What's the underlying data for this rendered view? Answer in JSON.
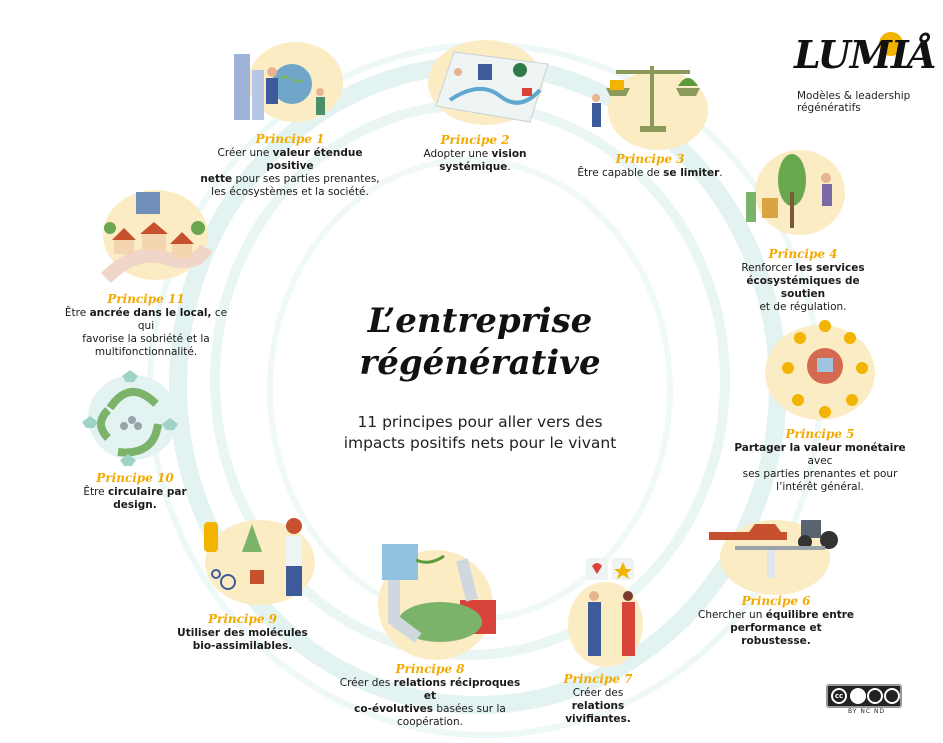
{
  "title": {
    "line1": "L’entreprise",
    "line2": "régénérative"
  },
  "subtitle": {
    "line1": "11 principes pour aller vers des",
    "line2": "impacts positifs nets pour le vivant"
  },
  "logo": {
    "word": "LUMIÅ",
    "sub1": "Modèles & leadership",
    "sub2": "régénératifs"
  },
  "license": {
    "badge": "cc",
    "labels": "BY NC ND"
  },
  "colors": {
    "accent": "#f2a900",
    "blob": "#fbecc4",
    "ring": "#d8efec",
    "text": "#1a1a1a"
  },
  "principles": [
    {
      "title": "Principe 1",
      "lines": [
        {
          "pre": "Créer une ",
          "bold": "valeur étendue positive",
          "post": ""
        },
        {
          "pre": "",
          "bold": "nette",
          "post": " pour ses parties prenantes,"
        },
        {
          "pre": "les écosystèmes et la société.",
          "bold": "",
          "post": ""
        }
      ]
    },
    {
      "title": "Principe 2",
      "lines": [
        {
          "pre": "Adopter une ",
          "bold": "vision",
          "post": ""
        },
        {
          "pre": "",
          "bold": "systémique",
          "post": "."
        }
      ]
    },
    {
      "title": "Principe 3",
      "lines": [
        {
          "pre": "Être capable de ",
          "bold": "se limiter",
          "post": "."
        }
      ]
    },
    {
      "title": "Principe 4",
      "lines": [
        {
          "pre": "Renforcer ",
          "bold": "les services",
          "post": ""
        },
        {
          "pre": "",
          "bold": "écosystémiques de soutien",
          "post": ""
        },
        {
          "pre": "et de régulation.",
          "bold": "",
          "post": ""
        }
      ]
    },
    {
      "title": "Principe 5",
      "lines": [
        {
          "pre": "",
          "bold": "Partager la valeur monétaire",
          "post": " avec"
        },
        {
          "pre": "ses parties prenantes et pour",
          "bold": "",
          "post": ""
        },
        {
          "pre": "l’intérêt général.",
          "bold": "",
          "post": ""
        }
      ]
    },
    {
      "title": "Principe 6",
      "lines": [
        {
          "pre": "Chercher un ",
          "bold": "équilibre entre",
          "post": ""
        },
        {
          "pre": "",
          "bold": "performance et robustesse.",
          "post": ""
        }
      ]
    },
    {
      "title": "Principe 7",
      "lines": [
        {
          "pre": "Créer des ",
          "bold": "relations",
          "post": ""
        },
        {
          "pre": "",
          "bold": "vivifiantes.",
          "post": ""
        }
      ]
    },
    {
      "title": "Principe 8",
      "lines": [
        {
          "pre": "Créer des ",
          "bold": "relations réciproques et",
          "post": ""
        },
        {
          "pre": "",
          "bold": "co-évolutives",
          "post": " basées sur la"
        },
        {
          "pre": "coopération.",
          "bold": "",
          "post": ""
        }
      ]
    },
    {
      "title": "Principe 9",
      "lines": [
        {
          "pre": "",
          "bold": "Utiliser des molécules",
          "post": ""
        },
        {
          "pre": "",
          "bold": "bio-assimilables.",
          "post": ""
        }
      ]
    },
    {
      "title": "Principe 10",
      "lines": [
        {
          "pre": "Être ",
          "bold": "circulaire par design.",
          "post": ""
        }
      ]
    },
    {
      "title": "Principe 11",
      "lines": [
        {
          "pre": "Être ",
          "bold": "ancrée dans le local,",
          "post": " ce qui"
        },
        {
          "pre": "favorise la sobriété et la",
          "bold": "",
          "post": ""
        },
        {
          "pre": "multifonctionnalité.",
          "bold": "",
          "post": ""
        }
      ]
    }
  ]
}
